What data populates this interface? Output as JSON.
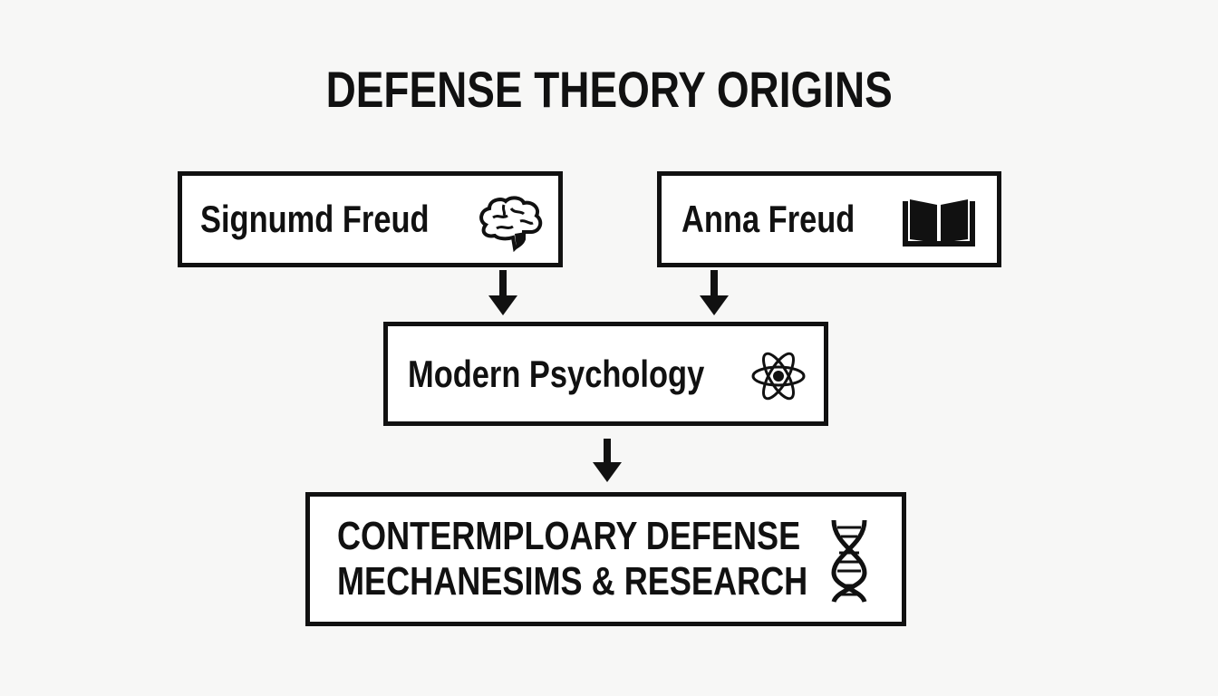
{
  "title": "DEFENSE THEORY ORIGINS",
  "nodes": {
    "sigmund": {
      "label": "Signumd Freud",
      "icon": "brain-icon"
    },
    "anna": {
      "label": "Anna Freud",
      "icon": "book-icon"
    },
    "modern": {
      "label": "Modern Psychology",
      "icon": "atom-icon"
    },
    "contemporary": {
      "line1": "CONTERMPLOARY DEFENSE",
      "line2": "MECHANESIMS & RESEARCH",
      "icon": "dna-icon"
    }
  }
}
